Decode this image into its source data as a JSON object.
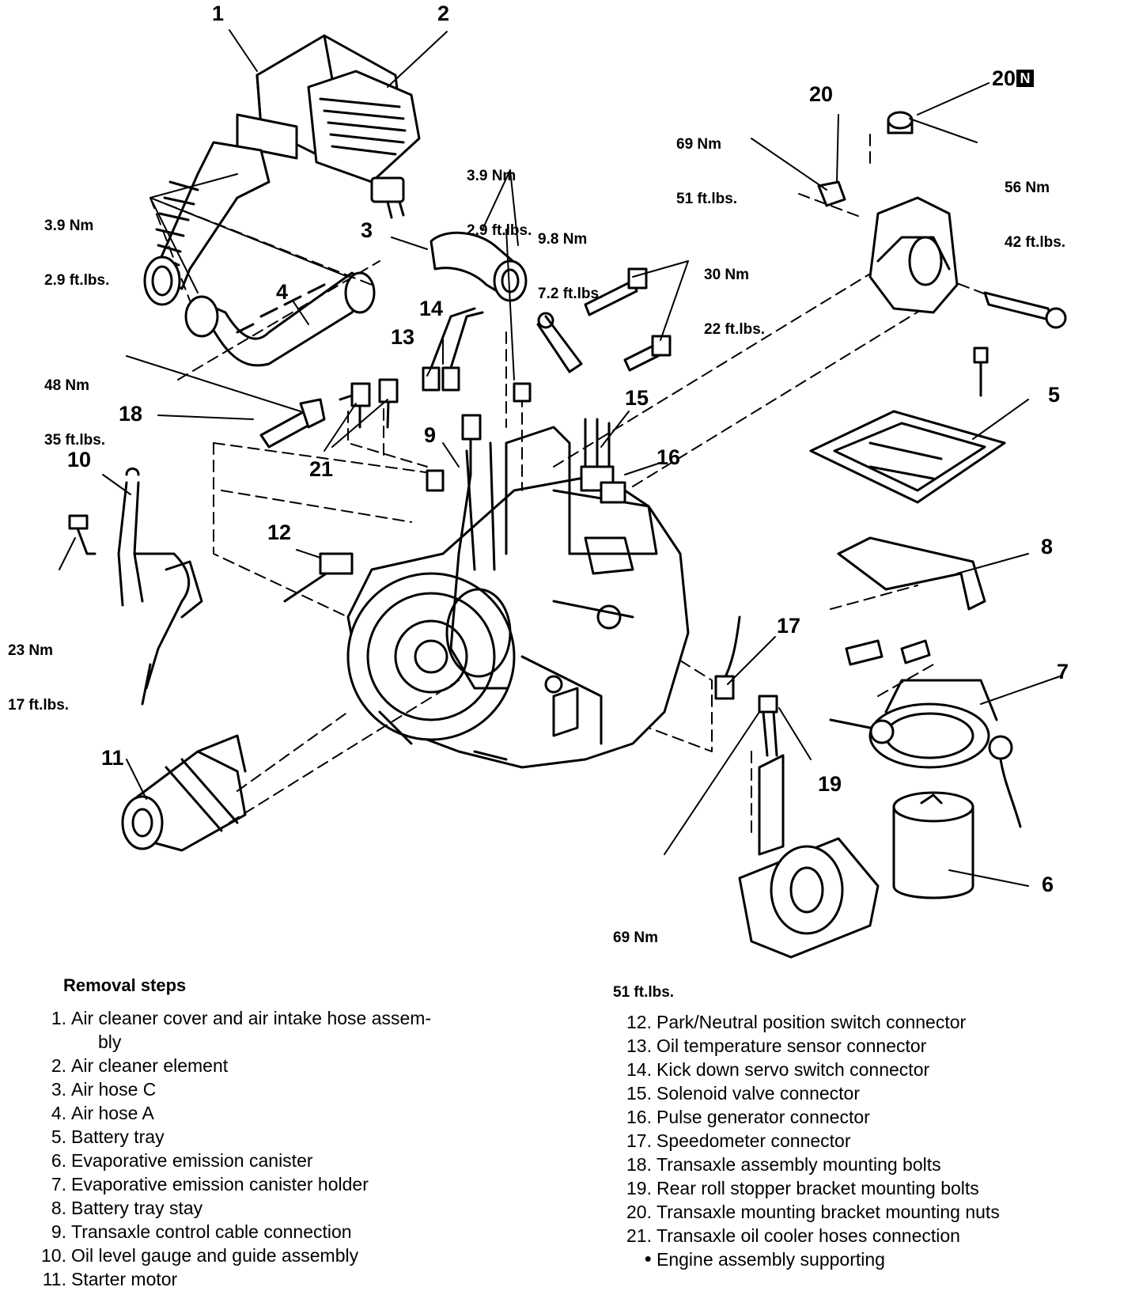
{
  "diagram": {
    "callouts": {
      "c1": "1",
      "c2": "2",
      "c3": "3",
      "c4": "4",
      "c5": "5",
      "c6": "6",
      "c7": "7",
      "c8": "8",
      "c9": "9",
      "c10": "10",
      "c11": "11",
      "c12": "12",
      "c13": "13",
      "c14": "14",
      "c15": "15",
      "c16": "16",
      "c17": "17",
      "c18": "18",
      "c19": "19",
      "c20": "20",
      "c20n": "20",
      "c20n_badge": "N",
      "c21": "21"
    },
    "torques": {
      "t_air_left": [
        "3.9 Nm",
        "2.9 ft.lbs."
      ],
      "t_air_hose_c": [
        "3.9 Nm",
        "2.9 ft.lbs."
      ],
      "t_98": [
        "9.8 Nm",
        "7.2 ft.lbs."
      ],
      "t_30": [
        "30 Nm",
        "22 ft.lbs."
      ],
      "t_48": [
        "48 Nm",
        "35 ft.lbs."
      ],
      "t_69_top": [
        "69 Nm",
        "51 ft.lbs."
      ],
      "t_56": [
        "56 Nm",
        "42 ft.lbs."
      ],
      "t_23": [
        "23 Nm",
        "17 ft.lbs."
      ],
      "t_69_bottom": [
        "69 Nm",
        "51 ft.lbs."
      ]
    }
  },
  "legend": {
    "title": "Removal steps",
    "left": [
      {
        "num": "1.",
        "text": "Air cleaner cover and air intake hose assem-",
        "cont": "bly"
      },
      {
        "num": "2.",
        "text": "Air cleaner element"
      },
      {
        "num": "3.",
        "text": "Air hose C"
      },
      {
        "num": "4.",
        "text": "Air hose A"
      },
      {
        "num": "5.",
        "text": "Battery tray"
      },
      {
        "num": "6.",
        "text": "Evaporative emission canister"
      },
      {
        "num": "7.",
        "text": "Evaporative emission canister holder"
      },
      {
        "num": "8.",
        "text": "Battery tray stay"
      },
      {
        "num": "9.",
        "text": "Transaxle control cable connection"
      },
      {
        "num": "10.",
        "text": "Oil level gauge and guide assembly"
      },
      {
        "num": "11.",
        "text": "Starter motor"
      }
    ],
    "right": [
      {
        "num": "12.",
        "text": "Park/Neutral position switch connector"
      },
      {
        "num": "13.",
        "text": "Oil temperature sensor connector"
      },
      {
        "num": "14.",
        "text": "Kick down servo switch connector"
      },
      {
        "num": "15.",
        "text": "Solenoid valve connector"
      },
      {
        "num": "16.",
        "text": "Pulse generator connector"
      },
      {
        "num": "17.",
        "text": "Speedometer connector"
      },
      {
        "num": "18.",
        "text": "Transaxle assembly mounting bolts"
      },
      {
        "num": "19.",
        "text": "Rear roll stopper bracket mounting bolts"
      },
      {
        "num": "20.",
        "text": "Transaxle mounting bracket mounting nuts"
      },
      {
        "num": "21.",
        "text": "Transaxle oil cooler hoses connection"
      },
      {
        "num": "●",
        "text": "Engine assembly supporting"
      }
    ]
  }
}
